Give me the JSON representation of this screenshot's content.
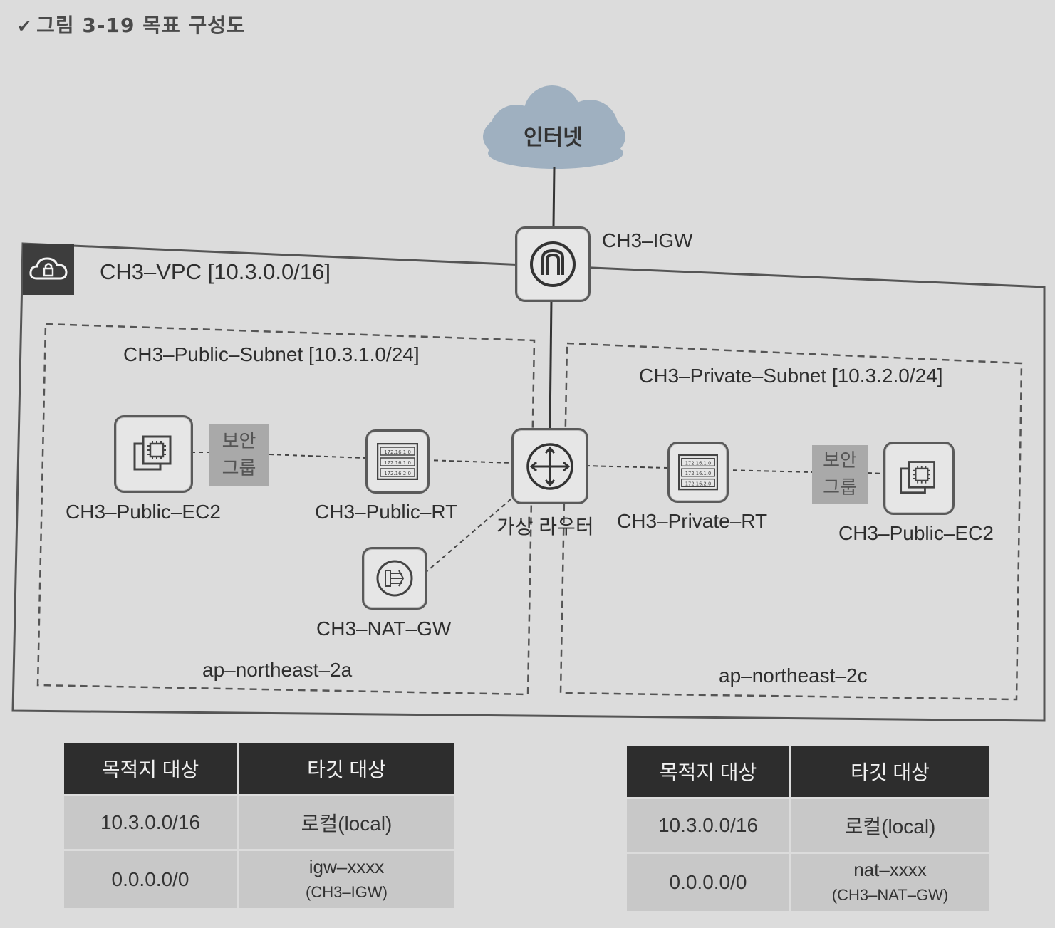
{
  "caption": {
    "marker": "✔",
    "text": "그림 3-19  목표 구성도"
  },
  "internet": {
    "label": "인터넷"
  },
  "igw": {
    "label": "CH3–IGW"
  },
  "vpc": {
    "label": "CH3–VPC [10.3.0.0/16]"
  },
  "public_subnet": {
    "label": "CH3–Public–Subnet [10.3.1.0/24]",
    "az": "ap–northeast–2a",
    "ec2_label": "CH3–Public–EC2",
    "sg_label": [
      "보안",
      "그룹"
    ],
    "rt_label": "CH3–Public–RT",
    "nat_label": "CH3–NAT–GW"
  },
  "router": {
    "label": "가상 라우터"
  },
  "private_subnet": {
    "label": "CH3–Private–Subnet [10.3.2.0/24]",
    "az": "ap–northeast–2c",
    "ec2_label": "CH3–Public–EC2",
    "sg_label": [
      "보안",
      "그룹"
    ],
    "rt_label": "CH3–Private–RT"
  },
  "rt_icon_lines": [
    "172.16.1.0",
    "172.16.1.0",
    "172.16.2.0"
  ],
  "public_route_table": {
    "headers": [
      "목적지 대상",
      "타깃 대상"
    ],
    "rows": [
      {
        "dest": "10.3.0.0/16",
        "target": "로컬(local)",
        "target_sub": ""
      },
      {
        "dest": "0.0.0.0/0",
        "target": "igw–xxxx",
        "target_sub": "(CH3–IGW)"
      }
    ]
  },
  "private_route_table": {
    "headers": [
      "목적지 대상",
      "타깃 대상"
    ],
    "rows": [
      {
        "dest": "10.3.0.0/16",
        "target": "로컬(local)",
        "target_sub": ""
      },
      {
        "dest": "0.0.0.0/0",
        "target": "nat–xxxx",
        "target_sub": "(CH3–NAT–GW)"
      }
    ]
  }
}
